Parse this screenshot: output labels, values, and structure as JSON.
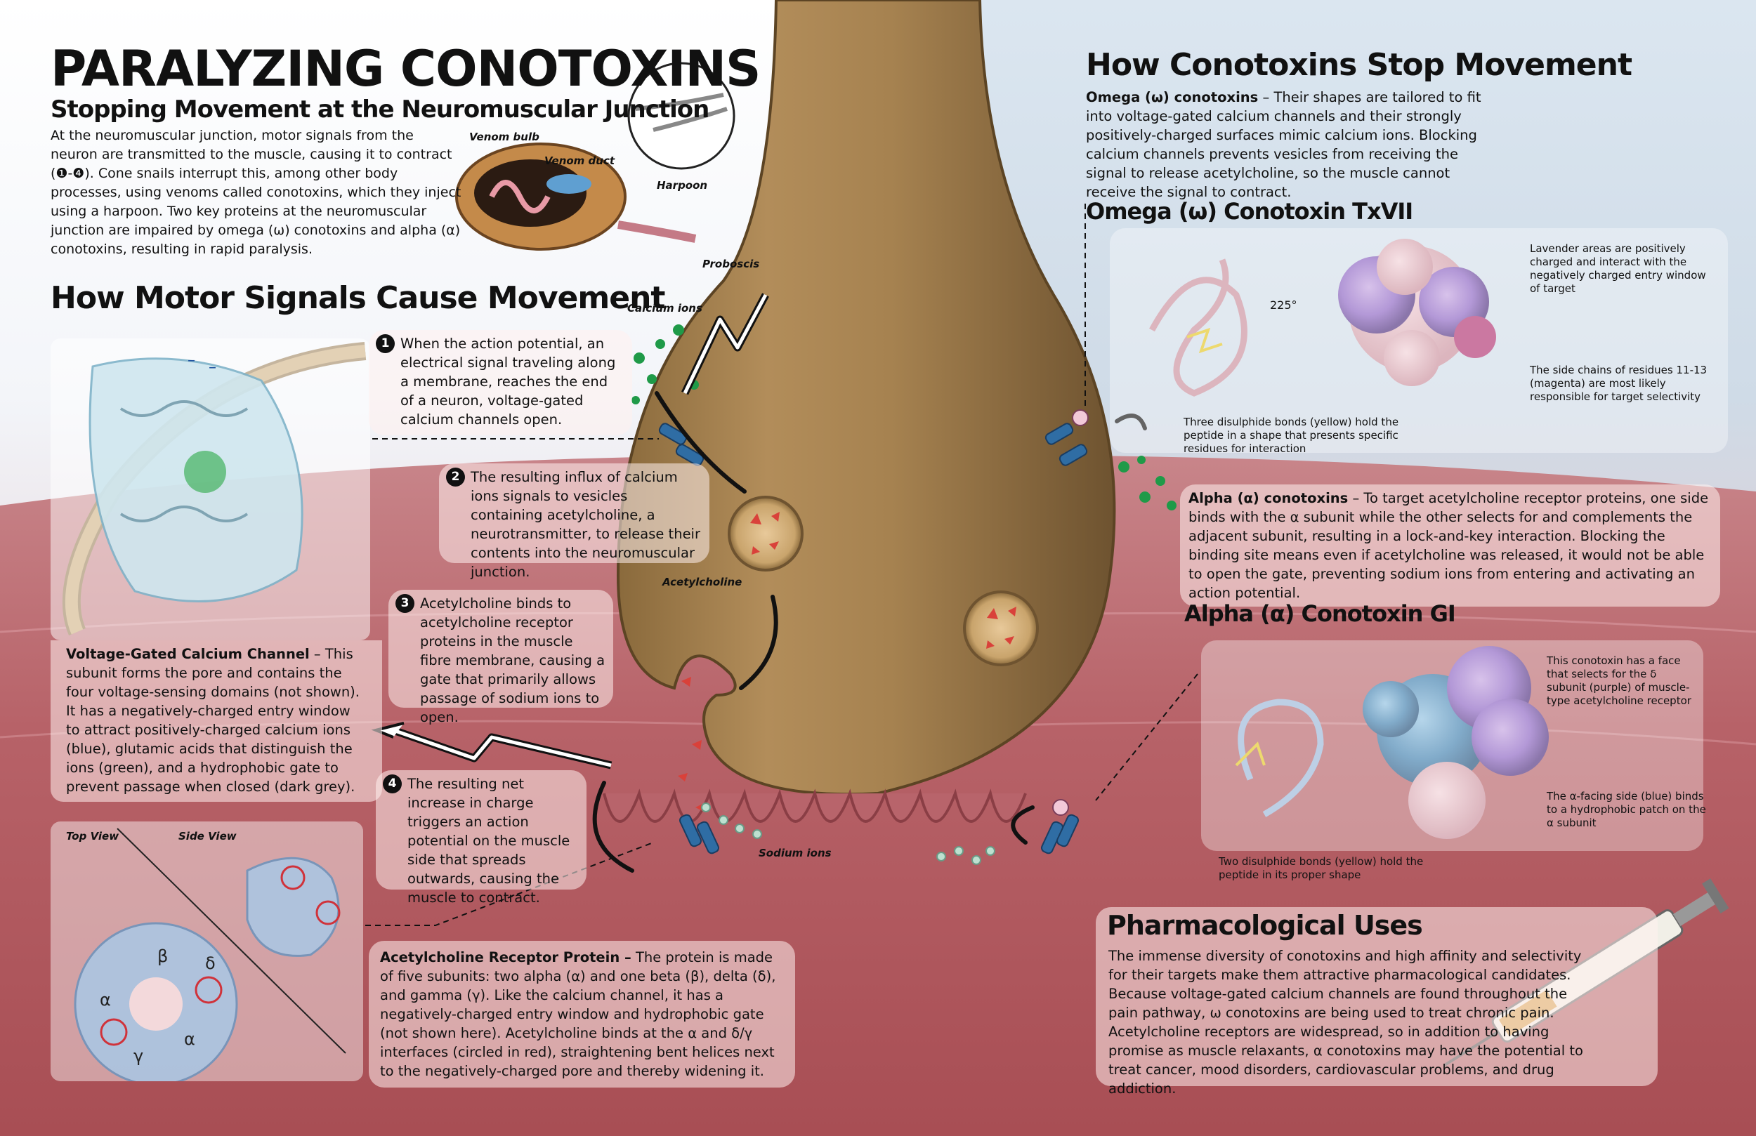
{
  "header": {
    "title": "PARALYZING CONOTOXINS",
    "subtitle": "Stopping Movement at the Neuromuscular Junction",
    "intro": "At the neuromuscular junction, motor signals from the neuron are transmitted to the muscle, causing it to contract (❶-❹). Cone snails interrupt this, among other body processes, using venoms called conotoxins, which they inject using a harpoon. Two key proteins at the neuromuscular junction are impaired by omega (ω) conotoxins and alpha (α) conotoxins, resulting in rapid paralysis."
  },
  "snail_labels": {
    "venom_bulb": "Venom bulb",
    "venom_duct": "Venom duct",
    "harpoon": "Harpoon",
    "proboscis": "Proboscis"
  },
  "left": {
    "heading": "How Motor Signals Cause Movement",
    "steps": [
      {
        "n": "1",
        "text": "When the action potential, an electrical signal traveling along a membrane, reaches the end of a neuron, voltage-gated calcium channels open."
      },
      {
        "n": "2",
        "text": "The resulting influx of calcium ions signals to vesicles containing acetylcholine, a neurotransmitter, to release their contents into the neuromuscular junction."
      },
      {
        "n": "3",
        "text": "Acetylcholine binds to acetylcholine receptor proteins in the muscle fibre membrane, causing a gate that primarily allows passage of sodium ions to open."
      },
      {
        "n": "4",
        "text": "The resulting net increase in charge triggers an action potential on the muscle side that spreads outwards, causing the muscle to contract."
      }
    ],
    "vgcc_title": "Voltage-Gated Calcium Channel",
    "vgcc_text": " – This subunit forms the pore and contains the four voltage-sensing domains (not shown). It has a negatively-charged entry window to attract positively-charged calcium ions (blue), glutamic acids that distinguish the ions (green), and a hydrophobic gate to prevent passage when closed (dark grey).",
    "top_view": "Top View",
    "side_view": "Side View",
    "achr_title": "Acetylcholine Receptor Protein –",
    "achr_text": " The protein is made of five subunits: two alpha (α) and one beta (β), delta (δ), and gamma (γ). Like the calcium channel, it has a negatively-charged entry window and hydrophobic gate (not shown here). Acetylcholine binds at the α and δ/γ interfaces (circled in red), straightening bent helices next to the negatively-charged pore and thereby widening it.",
    "subunits": {
      "alpha": "α",
      "beta": "β",
      "delta": "δ",
      "gamma": "γ"
    }
  },
  "center_labels": {
    "calcium_ions": "Calcium ions",
    "acetylcholine": "Acetylcholine",
    "sodium_ions": "Sodium ions"
  },
  "right": {
    "heading": "How Conotoxins Stop Movement",
    "omega_title": "Omega (ω) conotoxins",
    "omega_text": " – Their shapes are tailored to fit into voltage-gated calcium channels and their strongly positively-charged surfaces mimic calcium ions. Blocking calcium channels prevents vesicles from receiving the signal to release acetylcholine, so the muscle cannot receive the signal to contract.",
    "omega_heading": "Omega (ω) Conotoxin TxVII",
    "rotation": "225°",
    "omega_note1": "Lavender areas are positively charged and interact with the negatively charged entry window of target",
    "omega_note2": "The side chains of residues 11-13 (magenta) are most likely responsible for target selectivity",
    "omega_note3": "Three disulphide bonds (yellow) hold the peptide in a shape that presents specific residues for interaction",
    "alpha_title": "Alpha (α) conotoxins",
    "alpha_text": " – To target acetylcholine receptor proteins, one side binds with the α subunit while the other selects for and complements the adjacent subunit, resulting in a lock-and-key interaction. Blocking the binding site means even if acetylcholine was released, it would not be able to open the gate, preventing sodium ions from entering and activating an action potential.",
    "alpha_heading": "Alpha (α) Conotoxin GI",
    "alpha_note1": "This conotoxin has a face that selects for the δ subunit (purple) of muscle-type acetylcholine receptor",
    "alpha_note2": "The α-facing side (blue) binds to a hydrophobic patch on the α subunit",
    "alpha_note3": "Two disulphide bonds (yellow) hold the peptide in its proper shape",
    "pharma_heading": "Pharmacological Uses",
    "pharma_text": "The immense diversity of conotoxins and high affinity and selectivity for their targets make them attractive pharmacological candidates. Because voltage-gated calcium channels are found throughout the pain pathway, ω conotoxins are being used to treat chronic pain. Acetylcholine receptors are widespread, so in addition to having promise as muscle relaxants, α conotoxins may have the potential to treat cancer, mood disorders, cardiovascular problems, and drug addiction."
  }
}
